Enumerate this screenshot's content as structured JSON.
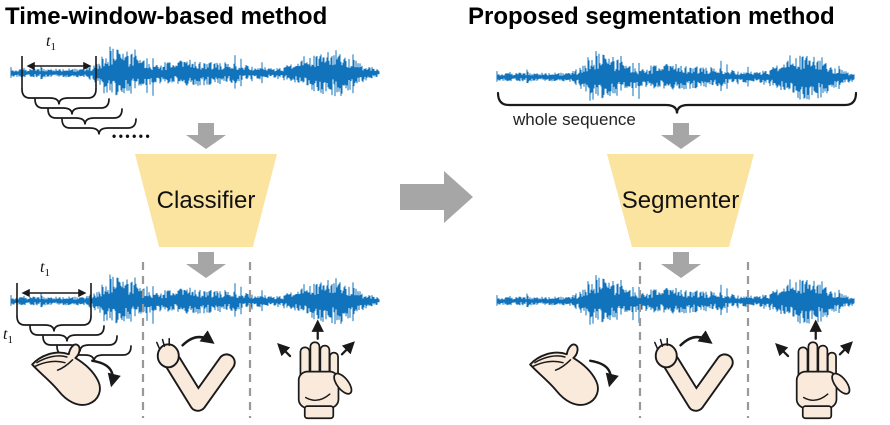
{
  "figure": {
    "left": {
      "title": "Time-window-based method",
      "processor": "Classifier",
      "window_label": {
        "base": "t",
        "sub": "1"
      },
      "ellipsis": "••••••"
    },
    "right": {
      "title": "Proposed segmentation method",
      "processor": "Segmenter",
      "sequence_label": "whole sequence"
    },
    "gestures": [
      "wrist-flexion",
      "elbow-flexion",
      "hand-open"
    ]
  },
  "colors": {
    "waveform_blue": "#1173BB",
    "processor_fill": "#FBE3A0",
    "arrow_gray": "#A6A6A6",
    "boundary_gray": "#999999",
    "hand_skin": "#F9EADB",
    "ink": "#1A1A1A"
  },
  "waveform": {
    "amplitude": 27,
    "envelope": [
      [
        0,
        0.1
      ],
      [
        0.2,
        0.11
      ],
      [
        0.23,
        0.3
      ],
      [
        0.27,
        1.0
      ],
      [
        0.32,
        0.75
      ],
      [
        0.37,
        0.4
      ],
      [
        0.42,
        0.33
      ],
      [
        0.47,
        0.45
      ],
      [
        0.52,
        0.42
      ],
      [
        0.57,
        0.36
      ],
      [
        0.62,
        0.28
      ],
      [
        0.67,
        0.18
      ],
      [
        0.72,
        0.15
      ],
      [
        0.77,
        0.3
      ],
      [
        0.82,
        0.6
      ],
      [
        0.86,
        0.85
      ],
      [
        0.9,
        0.8
      ],
      [
        0.94,
        0.4
      ],
      [
        0.97,
        0.2
      ],
      [
        1,
        0.12
      ]
    ]
  }
}
